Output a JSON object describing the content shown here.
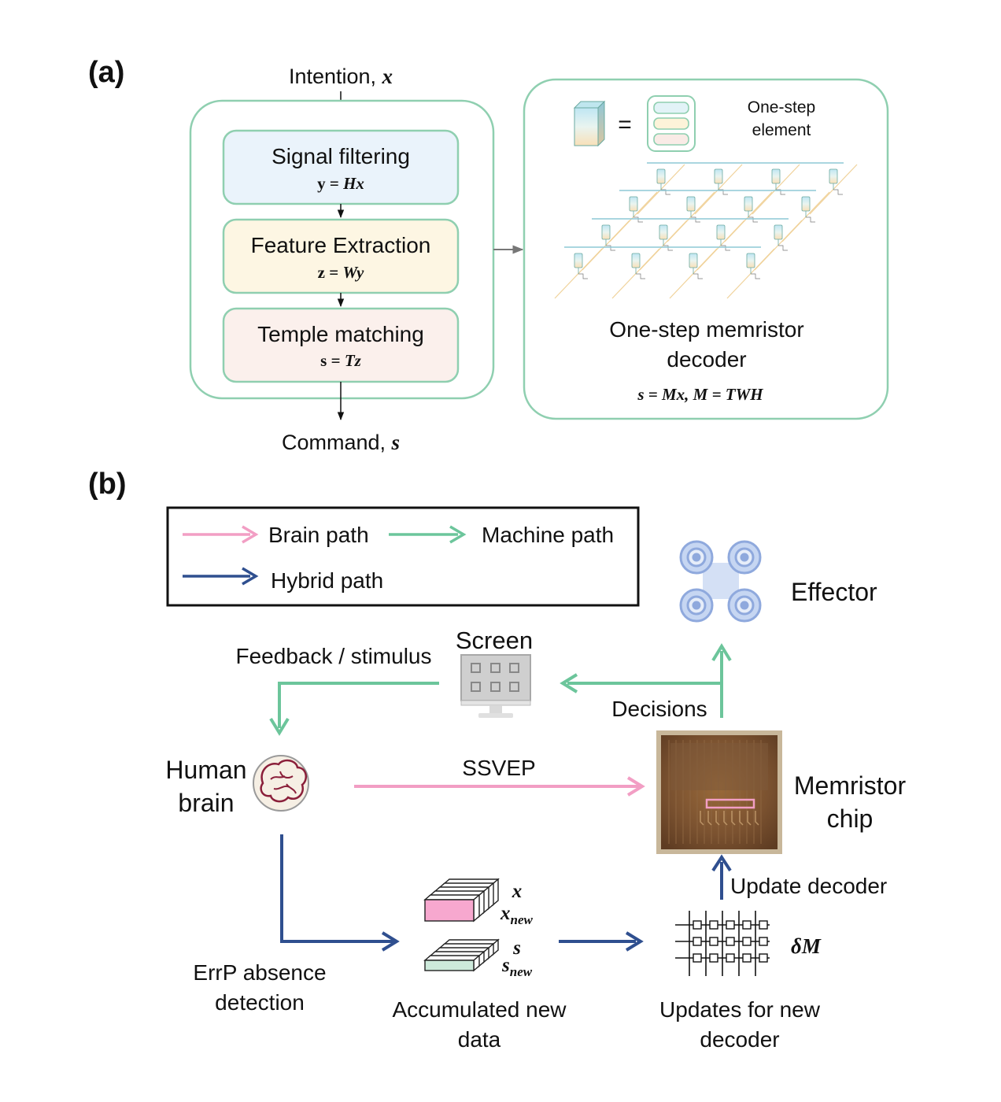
{
  "panel_a": {
    "label": "(a)",
    "input": {
      "text": "Intention, ",
      "var": "x"
    },
    "output": {
      "text": "Command, ",
      "var": "s"
    },
    "steps": [
      {
        "title": "Signal filtering",
        "eq_lhs": "y = ",
        "eq_rhs": "Hx",
        "fill": "#eaf3fb",
        "stroke": "#8fcfb0"
      },
      {
        "title": "Feature Extraction",
        "eq_lhs": "z = ",
        "eq_rhs": "Wy",
        "fill": "#fdf6e3",
        "stroke": "#8fcfb0"
      },
      {
        "title": "Temple matching",
        "eq_lhs": "s = ",
        "eq_rhs": "Tz",
        "fill": "#fbf0ec",
        "stroke": "#8fcfb0"
      }
    ],
    "decoder": {
      "equals": "=",
      "element_label_1": "One-step",
      "element_label_2": "element",
      "title_1": "One-step memristor",
      "title_2": "decoder",
      "equation": "s = Mx, M = TWH"
    }
  },
  "panel_b": {
    "label": "(b)",
    "legend": {
      "brain": "Brain path",
      "machine": "Machine path",
      "hybrid": "Hybrid path"
    },
    "colors": {
      "brain": "#f29ec4",
      "machine": "#6cc59b",
      "hybrid": "#2f4f8f",
      "effector": "#9bb5e6"
    },
    "effector": "Effector",
    "screen": "Screen",
    "feedback": "Feedback / stimulus",
    "decisions": "Decisions",
    "human_1": "Human",
    "human_2": "brain",
    "ssvep": "SSVEP",
    "chip_1": "Memristor",
    "chip_2": "chip",
    "update": "Update decoder",
    "errp_1": "ErrP absence",
    "errp_2": "detection",
    "accum_1": "Accumulated new",
    "accum_2": "data",
    "data_x": "x",
    "data_xnew_base": "x",
    "data_xnew_sub": "new",
    "data_s": "s",
    "data_snew_base": "s",
    "data_snew_sub": "new",
    "updates_1": "Updates for new",
    "updates_2": "decoder",
    "delta": "δM"
  }
}
